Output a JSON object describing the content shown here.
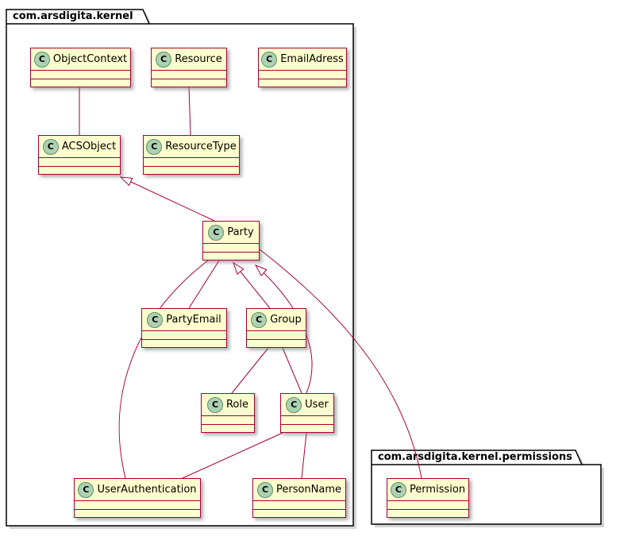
{
  "icon_letter": "C",
  "packages": {
    "kernel": {
      "name": "com.arsdigita.kernel"
    },
    "permissions": {
      "name": "com.arsdigita.kernel.permissions"
    }
  },
  "classes": [
    {
      "name": "ObjectContext",
      "package": "com.arsdigita.kernel"
    },
    {
      "name": "Resource",
      "package": "com.arsdigita.kernel"
    },
    {
      "name": "EmailAdress",
      "package": "com.arsdigita.kernel"
    },
    {
      "name": "ACSObject",
      "package": "com.arsdigita.kernel"
    },
    {
      "name": "ResourceType",
      "package": "com.arsdigita.kernel"
    },
    {
      "name": "Party",
      "package": "com.arsdigita.kernel"
    },
    {
      "name": "PartyEmail",
      "package": "com.arsdigita.kernel"
    },
    {
      "name": "Group",
      "package": "com.arsdigita.kernel"
    },
    {
      "name": "Role",
      "package": "com.arsdigita.kernel"
    },
    {
      "name": "User",
      "package": "com.arsdigita.kernel"
    },
    {
      "name": "UserAuthentication",
      "package": "com.arsdigita.kernel"
    },
    {
      "name": "PersonName",
      "package": "com.arsdigita.kernel"
    },
    {
      "name": "Permission",
      "package": "com.arsdigita.kernel.permissions"
    }
  ],
  "relationships": [
    {
      "from": "ObjectContext",
      "to": "ACSObject",
      "type": "association"
    },
    {
      "from": "Resource",
      "to": "ResourceType",
      "type": "association"
    },
    {
      "from": "Party",
      "to": "ACSObject",
      "type": "generalization"
    },
    {
      "from": "PartyEmail",
      "to": "Party",
      "type": "association"
    },
    {
      "from": "Group",
      "to": "Party",
      "type": "generalization"
    },
    {
      "from": "User",
      "to": "Party",
      "type": "generalization"
    },
    {
      "from": "Group",
      "to": "Role",
      "type": "association"
    },
    {
      "from": "Group",
      "to": "User",
      "type": "association"
    },
    {
      "from": "User",
      "to": "UserAuthentication",
      "type": "association"
    },
    {
      "from": "User",
      "to": "PersonName",
      "type": "association"
    },
    {
      "from": "Party",
      "to": "UserAuthentication",
      "type": "association"
    },
    {
      "from": "Permission",
      "to": "Party",
      "type": "association"
    }
  ],
  "colors": {
    "class_fill": "#FEFECE",
    "class_border": "#A80036",
    "edge": "#A80036",
    "spot_fill": "#ADD1B2",
    "package_border": "#000000"
  }
}
